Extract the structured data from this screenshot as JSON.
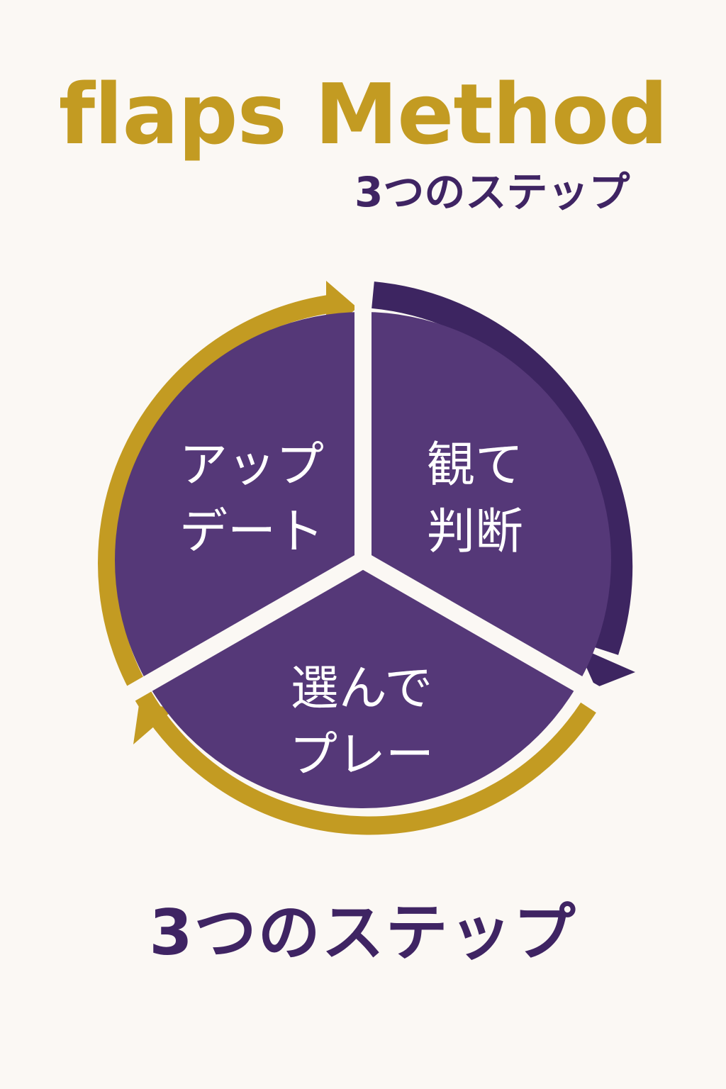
{
  "header": {
    "title": "flaps Method",
    "subtitle": "3つのステップ"
  },
  "cycle": {
    "segments": [
      {
        "id": "update",
        "line1": "アップ",
        "line2": "デート"
      },
      {
        "id": "judge",
        "line1": "観て",
        "line2": "判断"
      },
      {
        "id": "play",
        "line1": "選んで",
        "line2": "プレー"
      }
    ]
  },
  "footer": {
    "label": "3つのステップ"
  },
  "colors": {
    "background": "#fbf8f4",
    "purple": "#553878",
    "dark_purple": "#3d2561",
    "gold": "#c39b22",
    "white": "#ffffff"
  }
}
